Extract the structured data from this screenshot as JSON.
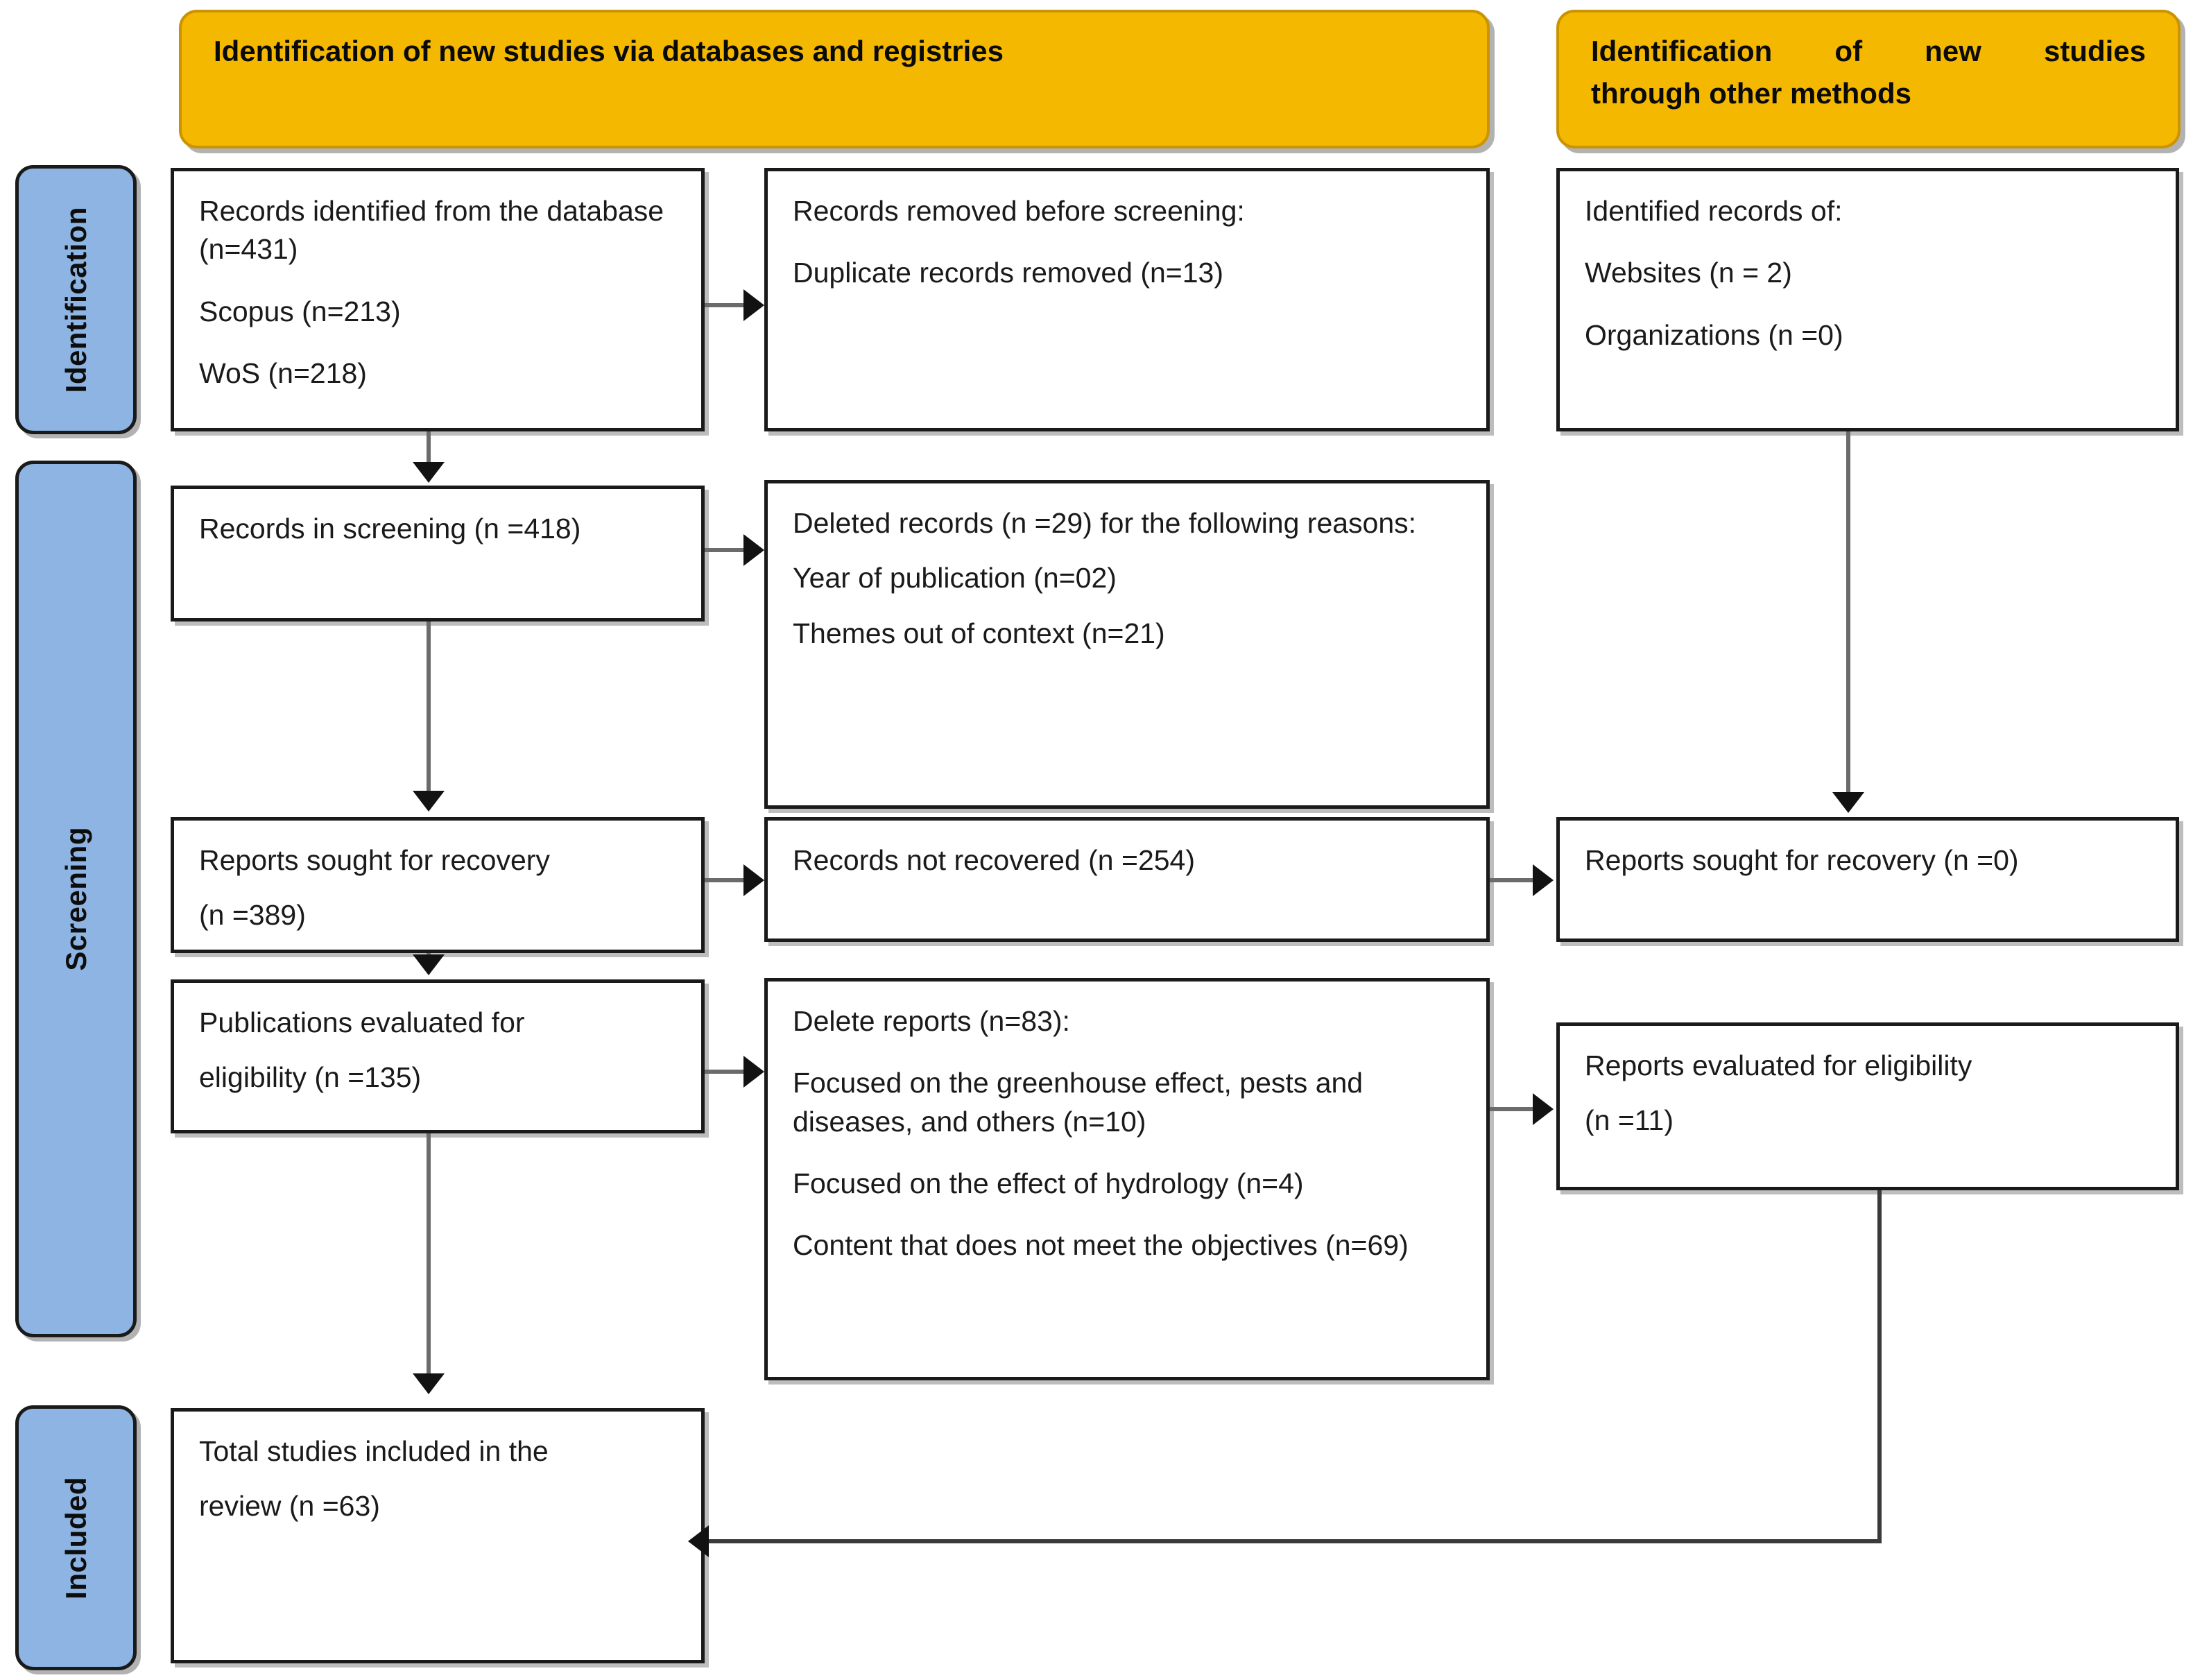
{
  "diagram": {
    "title": "PRISMA flow diagram",
    "colors": {
      "header_fill": "#f5b800",
      "band_fill": "#8db4e2",
      "box_border": "#1a1a1a",
      "connector": "#6b6b6b"
    }
  },
  "stages": [
    {
      "key": "identification",
      "label": "Identification"
    },
    {
      "key": "screening",
      "label": "Screening"
    },
    {
      "key": "included",
      "label": "Included"
    }
  ],
  "headers": {
    "databases": "Identification of new studies via databases and registries",
    "other_methods_line1": "Identification of new studies",
    "other_methods_line2": "through other methods"
  },
  "boxes": {
    "records_identified": {
      "name": "Records identified from the database",
      "lines": [
        "Records identified from the database (n=431)",
        "Scopus (n=213)",
        "WoS (n=218)"
      ]
    },
    "records_removed": {
      "name": "Records removed before screening",
      "lines": [
        "Records removed before screening:",
        "Duplicate records removed (n=13)"
      ]
    },
    "identified_other": {
      "name": "Identified records of",
      "lines": [
        "Identified records of:",
        "Websites (n = 2)",
        "Organizations (n =0)"
      ]
    },
    "records_screening": {
      "name": "Records in screening",
      "lines": [
        "Records in screening (n =418)"
      ]
    },
    "deleted_records": {
      "name": "Deleted records for reasons",
      "lines": [
        "Deleted records (n =29) for the following reasons:",
        "Year of publication (n=02)",
        "Themes out of context (n=21)"
      ]
    },
    "reports_sought": {
      "name": "Reports sought for recovery",
      "lines": [
        "Reports sought for recovery",
        "(n =389)"
      ]
    },
    "records_not_recovered": {
      "name": "Records not recovered",
      "lines": [
        "Records not recovered (n =254)"
      ]
    },
    "reports_sought_other": {
      "name": "Reports sought for recovery other methods",
      "lines": [
        "Reports sought for recovery (n =0)"
      ]
    },
    "publications_evaluated": {
      "name": "Publications evaluated for eligibility",
      "lines": [
        "Publications evaluated for",
        "eligibility (n =135)"
      ]
    },
    "delete_reports": {
      "name": "Delete reports",
      "lines": [
        "Delete reports (n=83):",
        "Focused on the greenhouse effect, pests and diseases, and others (n=10)",
        "Focused on the effect of hydrology (n=4)",
        "Content that does not meet the objectives (n=69)"
      ]
    },
    "reports_evaluated_other": {
      "name": "Reports evaluated for eligibility other methods",
      "lines": [
        "Reports evaluated for eligibility",
        "(n =11)"
      ]
    },
    "total_included": {
      "name": "Total studies included in the review",
      "lines": [
        "Total studies included in the",
        "review (n =63)"
      ]
    }
  },
  "chart_data": {
    "type": "diagram",
    "title": "PRISMA 2020 flow diagram for new systematic reviews",
    "nodes": [
      {
        "id": "records_identified",
        "stage": "Identification",
        "column": "databases",
        "n": 431,
        "detail": [
          {
            "source": "Scopus",
            "n": 213
          },
          {
            "source": "WoS",
            "n": 218
          }
        ]
      },
      {
        "id": "records_removed",
        "stage": "Identification",
        "column": "databases_excluded",
        "detail": [
          {
            "reason": "Duplicate records removed",
            "n": 13
          }
        ]
      },
      {
        "id": "identified_other",
        "stage": "Identification",
        "column": "other_methods",
        "detail": [
          {
            "source": "Websites",
            "n": 2
          },
          {
            "source": "Organizations",
            "n": 0
          }
        ]
      },
      {
        "id": "records_screening",
        "stage": "Screening",
        "column": "databases",
        "n": 418
      },
      {
        "id": "deleted_records",
        "stage": "Screening",
        "column": "databases_excluded",
        "n": 29,
        "detail": [
          {
            "reason": "Year of publication",
            "n": 2
          },
          {
            "reason": "Themes out of context",
            "n": 21
          }
        ]
      },
      {
        "id": "reports_sought",
        "stage": "Screening",
        "column": "databases",
        "n": 389
      },
      {
        "id": "records_not_recovered",
        "stage": "Screening",
        "column": "databases_excluded",
        "n": 254
      },
      {
        "id": "reports_sought_other",
        "stage": "Screening",
        "column": "other_methods",
        "n": 0
      },
      {
        "id": "publications_evaluated",
        "stage": "Screening",
        "column": "databases",
        "n": 135
      },
      {
        "id": "delete_reports",
        "stage": "Screening",
        "column": "databases_excluded",
        "n": 83,
        "detail": [
          {
            "reason": "Focused on the greenhouse effect, pests and diseases, and others",
            "n": 10
          },
          {
            "reason": "Focused on the effect of hydrology",
            "n": 4
          },
          {
            "reason": "Content that does not meet the objectives",
            "n": 69
          }
        ]
      },
      {
        "id": "reports_evaluated_other",
        "stage": "Screening",
        "column": "other_methods",
        "n": 11
      },
      {
        "id": "total_included",
        "stage": "Included",
        "column": "databases",
        "n": 63
      }
    ],
    "edges": [
      {
        "from": "records_identified",
        "to": "records_removed",
        "dir": "right"
      },
      {
        "from": "records_identified",
        "to": "records_screening",
        "dir": "down"
      },
      {
        "from": "records_screening",
        "to": "deleted_records",
        "dir": "right"
      },
      {
        "from": "records_screening",
        "to": "reports_sought",
        "dir": "down"
      },
      {
        "from": "reports_sought",
        "to": "records_not_recovered",
        "dir": "right"
      },
      {
        "from": "records_not_recovered",
        "to": "reports_sought_other",
        "dir": "right"
      },
      {
        "from": "identified_other",
        "to": "reports_sought_other",
        "dir": "down"
      },
      {
        "from": "reports_sought",
        "to": "publications_evaluated",
        "dir": "down"
      },
      {
        "from": "publications_evaluated",
        "to": "delete_reports",
        "dir": "right"
      },
      {
        "from": "delete_reports",
        "to": "reports_evaluated_other",
        "dir": "right"
      },
      {
        "from": "publications_evaluated",
        "to": "total_included",
        "dir": "down"
      },
      {
        "from": "reports_evaluated_other",
        "to": "total_included",
        "dir": "elbow-left"
      }
    ]
  }
}
